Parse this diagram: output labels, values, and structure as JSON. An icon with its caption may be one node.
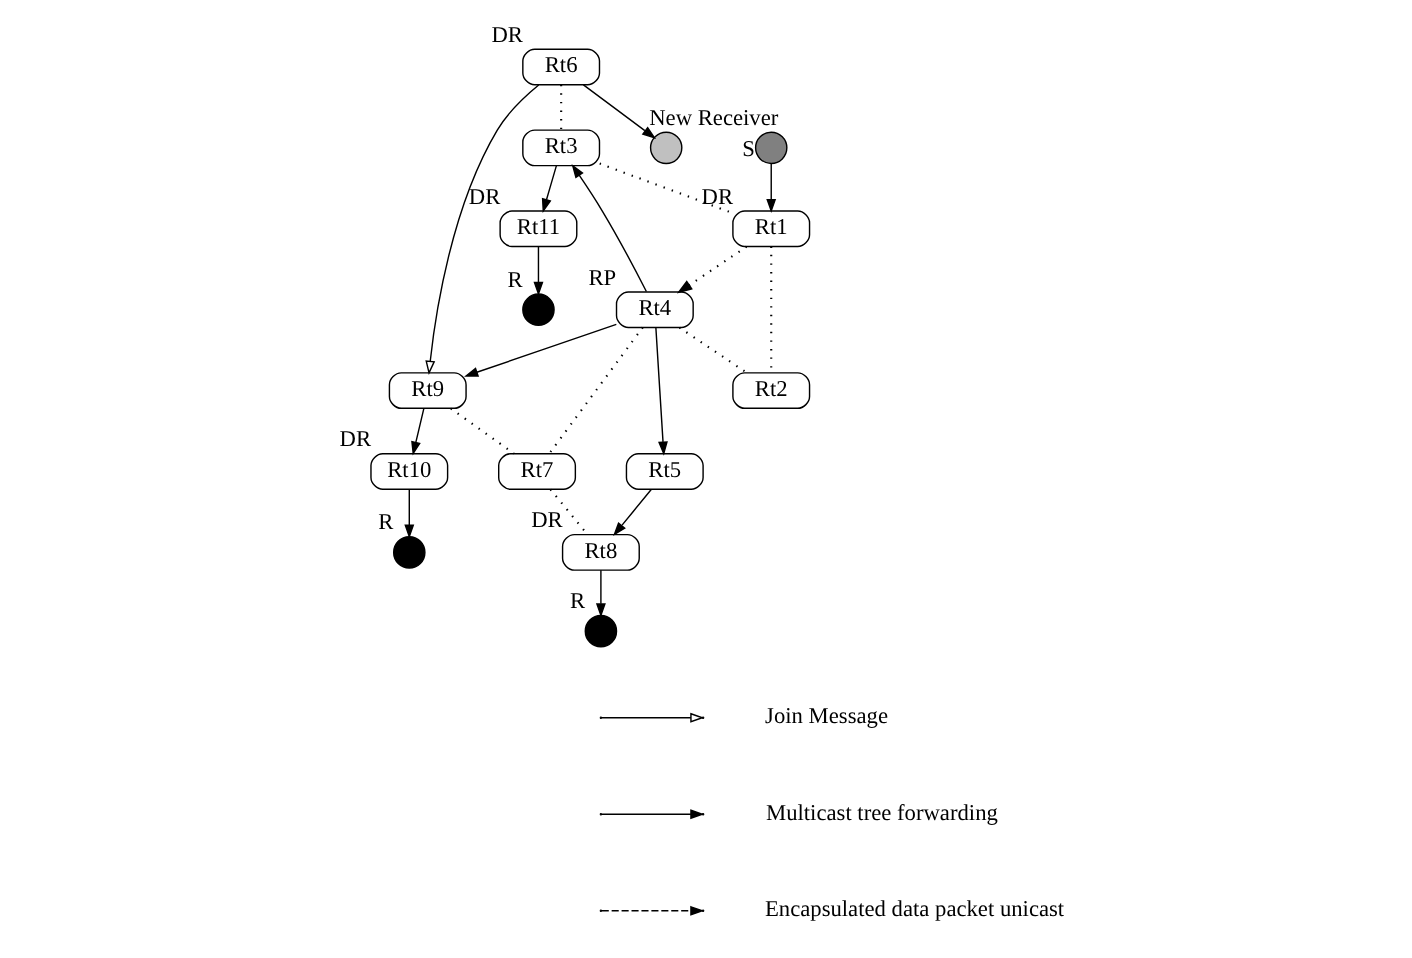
{
  "diagram": {
    "nodes": [
      {
        "text": [
          "Rt6"
        ],
        "beside": [
          "DR"
        ]
      },
      {
        "text": [],
        "shape": "circle",
        "beside": [
          "New Receiver"
        ]
      },
      {
        "text": [
          "Rt11"
        ],
        "beside": [
          "DR"
        ]
      },
      {
        "text": [],
        "shape": "circle",
        "beside": [
          "R"
        ]
      },
      {
        "text": [
          "Rt3"
        ]
      },
      {
        "text": [
          "Rt9"
        ]
      },
      {
        "text": [
          "Rt10"
        ],
        "beside": [
          "DR"
        ]
      },
      {
        "text": [
          "Rt1"
        ],
        "beside": [
          "DR"
        ]
      },
      {
        "text": [],
        "shape": "circle",
        "beside": [
          "S"
        ]
      },
      {
        "text": [
          "Rt4"
        ],
        "beside": [
          "RP"
        ]
      },
      {
        "text": [],
        "shape": "circle",
        "beside": [
          "R"
        ]
      },
      {
        "text": [
          "Rt7"
        ]
      },
      {
        "text": [
          "Rt2"
        ]
      },
      {
        "text": [
          "Rt5"
        ]
      },
      {
        "text": [
          "Rt8"
        ],
        "beside": [
          "DR"
        ]
      },
      {
        "text": [],
        "shape": "circle",
        "beside": [
          "R"
        ]
      }
    ],
    "edges": [
      {
        "from": 0,
        "to": 1,
        "arrow": "to"
      },
      {
        "from": 0,
        "to": 4,
        "arrow": "none",
        "style": "dashed"
      },
      {
        "from": 0,
        "to": 5,
        "arrow": "to"
      },
      {
        "from": 4,
        "to": 2,
        "arrow": "to"
      },
      {
        "from": 2,
        "to": 3,
        "arrow": "to"
      },
      {
        "from": 4,
        "to": 7,
        "arrow": "none",
        "style": "dashed"
      },
      {
        "from": 8,
        "to": 7,
        "arrow": "to"
      },
      {
        "from": 7,
        "to": 9,
        "arrow": "to",
        "style": "dashed"
      },
      {
        "from": 7,
        "to": 12,
        "arrow": "none",
        "style": "dashed"
      },
      {
        "from": 9,
        "to": 4,
        "arrow": "to"
      },
      {
        "from": 9,
        "to": 5,
        "arrow": "to"
      },
      {
        "from": 9,
        "to": 11,
        "arrow": "none",
        "style": "dashed"
      },
      {
        "from": 9,
        "to": 12,
        "arrow": "none",
        "style": "dashed"
      },
      {
        "from": 9,
        "to": 13,
        "arrow": "to"
      },
      {
        "from": 13,
        "to": 14,
        "arrow": "to"
      },
      {
        "from": 14,
        "to": 15,
        "arrow": "to"
      },
      {
        "from": 11,
        "to": 14,
        "arrow": "none",
        "style": "dashed"
      },
      {
        "from": 5,
        "to": 11,
        "arrow": "none",
        "style": "dashed"
      },
      {
        "from": 5,
        "to": 6,
        "arrow": "to"
      },
      {
        "from": 6,
        "to": 10,
        "arrow": "to"
      }
    ],
    "legend": [
      {
        "text": "Join Message"
      },
      {
        "text": "Multicast tree forwarding"
      },
      {
        "text": "Encapsulated data packet unicast"
      }
    ]
  }
}
